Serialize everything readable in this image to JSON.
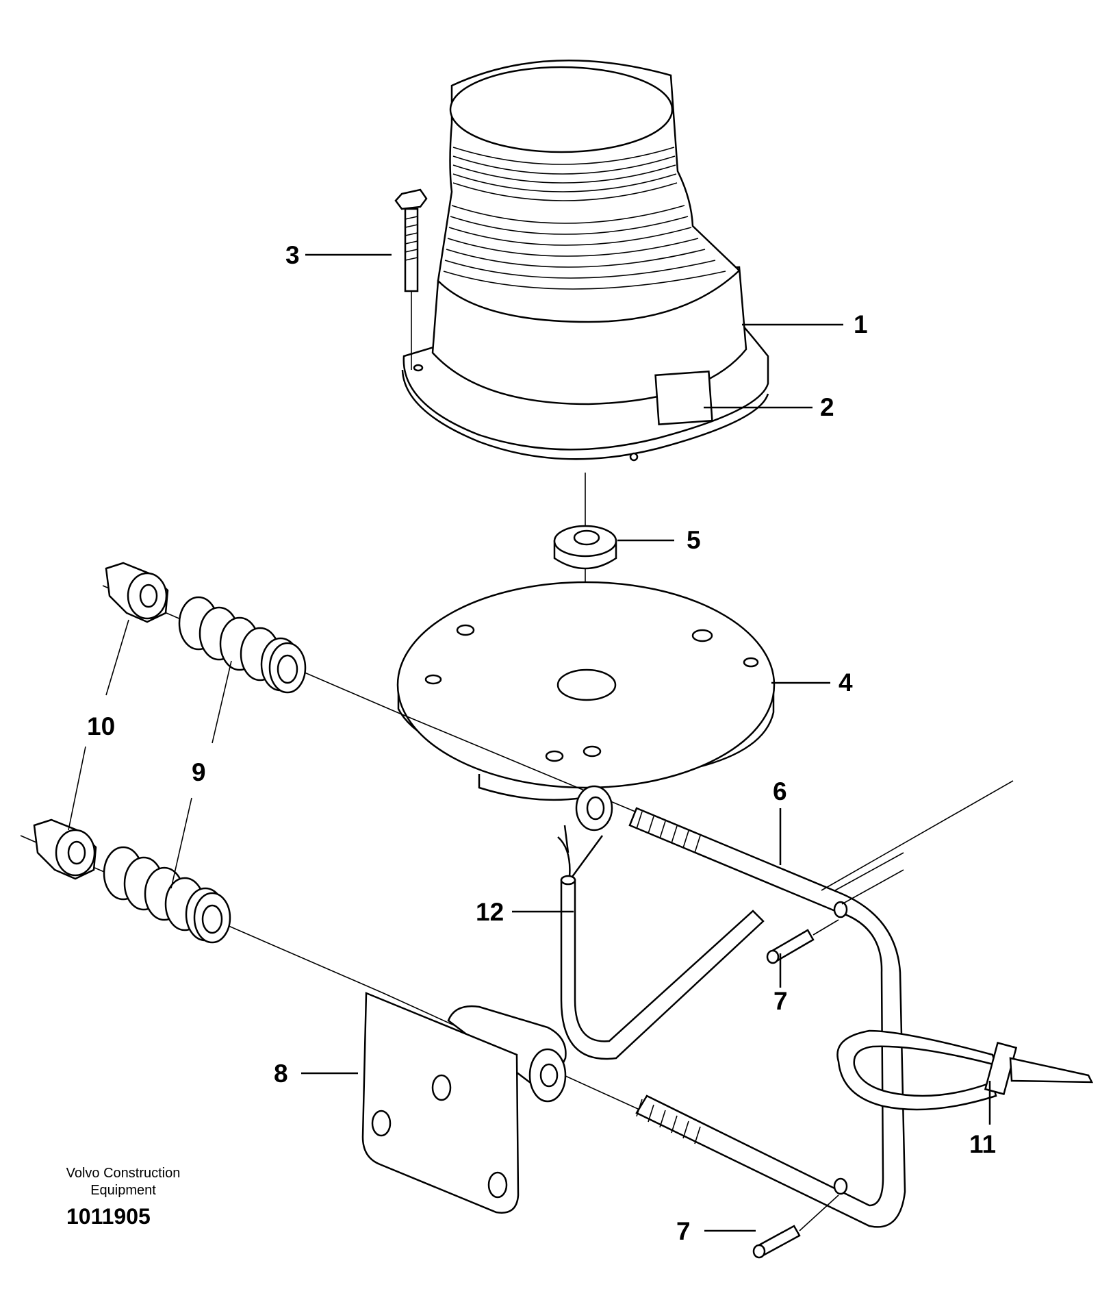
{
  "callouts": {
    "c1": "1",
    "c2": "2",
    "c3": "3",
    "c4": "4",
    "c5": "5",
    "c6": "6",
    "c7a": "7",
    "c7b": "7",
    "c8": "8",
    "c9": "9",
    "c10": "10",
    "c11": "11",
    "c12": "12"
  },
  "footer": {
    "brand_line1": "Volvo Construction",
    "brand_line2": "Equipment",
    "figure_number": "1011905"
  }
}
